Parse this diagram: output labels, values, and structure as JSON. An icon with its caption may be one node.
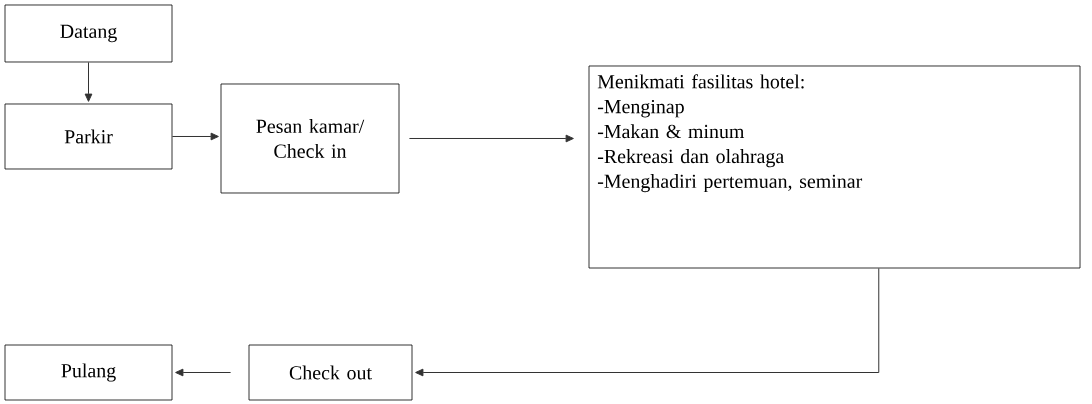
{
  "diagram": {
    "nodes": [
      {
        "text": [
          "Datang"
        ]
      },
      {
        "text": [
          "Parkir"
        ]
      },
      {
        "text": [
          "Pesan kamar/ Check in"
        ]
      },
      {
        "text": [
          "Menikmati fasilitas hotel:",
          "-Menginap",
          "-Makan & minum",
          "-Rekreasi dan olahraga",
          "-Menghadiri pertemuan, seminar"
        ]
      },
      {
        "text": [
          "Pulang"
        ]
      },
      {
        "text": [
          "Check out"
        ]
      }
    ],
    "edges": [
      {
        "from": 0,
        "to": 1,
        "arrow": "to"
      },
      {
        "from": 1,
        "to": 2,
        "arrow": "to"
      },
      {
        "from": 2,
        "to": 3,
        "arrow": "to"
      },
      {
        "from": 3,
        "to": 5,
        "arrow": "to"
      },
      {
        "from": 5,
        "to": 4,
        "arrow": "to"
      }
    ]
  }
}
